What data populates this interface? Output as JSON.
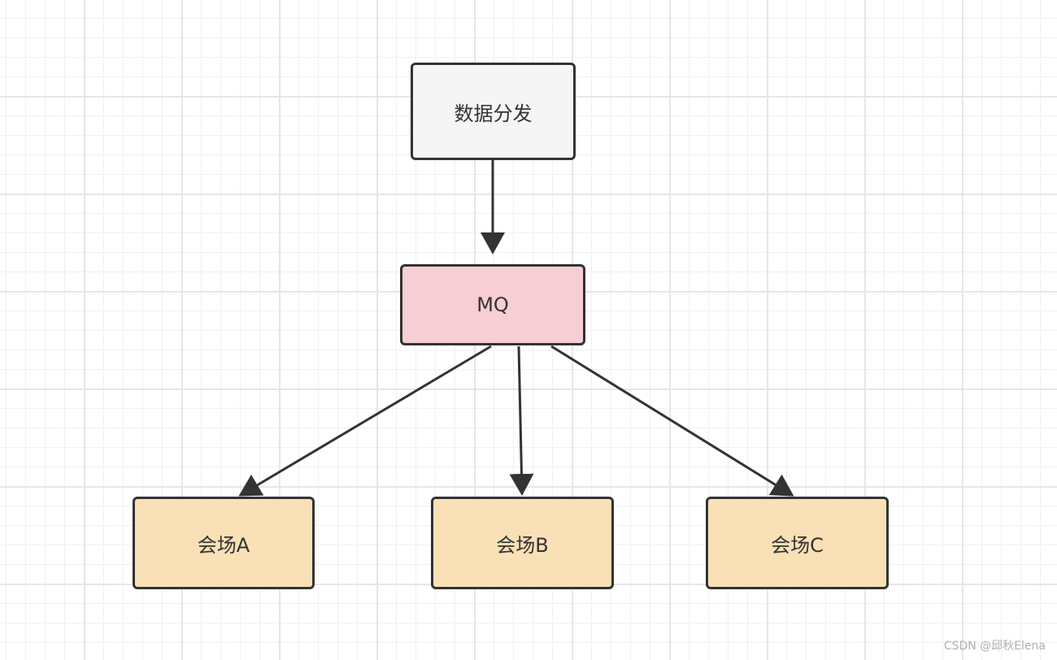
{
  "nodes": {
    "top": {
      "label": "数据分发",
      "fill": "#f5f5f5"
    },
    "mq": {
      "label": "MQ",
      "fill": "#f7ced4"
    },
    "venue_a": {
      "label": "会场A",
      "fill": "#fae0b6"
    },
    "venue_b": {
      "label": "会场B",
      "fill": "#fae0b6"
    },
    "venue_c": {
      "label": "会场C",
      "fill": "#fae0b6"
    }
  },
  "colors": {
    "stroke": "#333333",
    "grid": "#e6e6e6"
  },
  "watermark": "CSDN @邱秋Elena"
}
